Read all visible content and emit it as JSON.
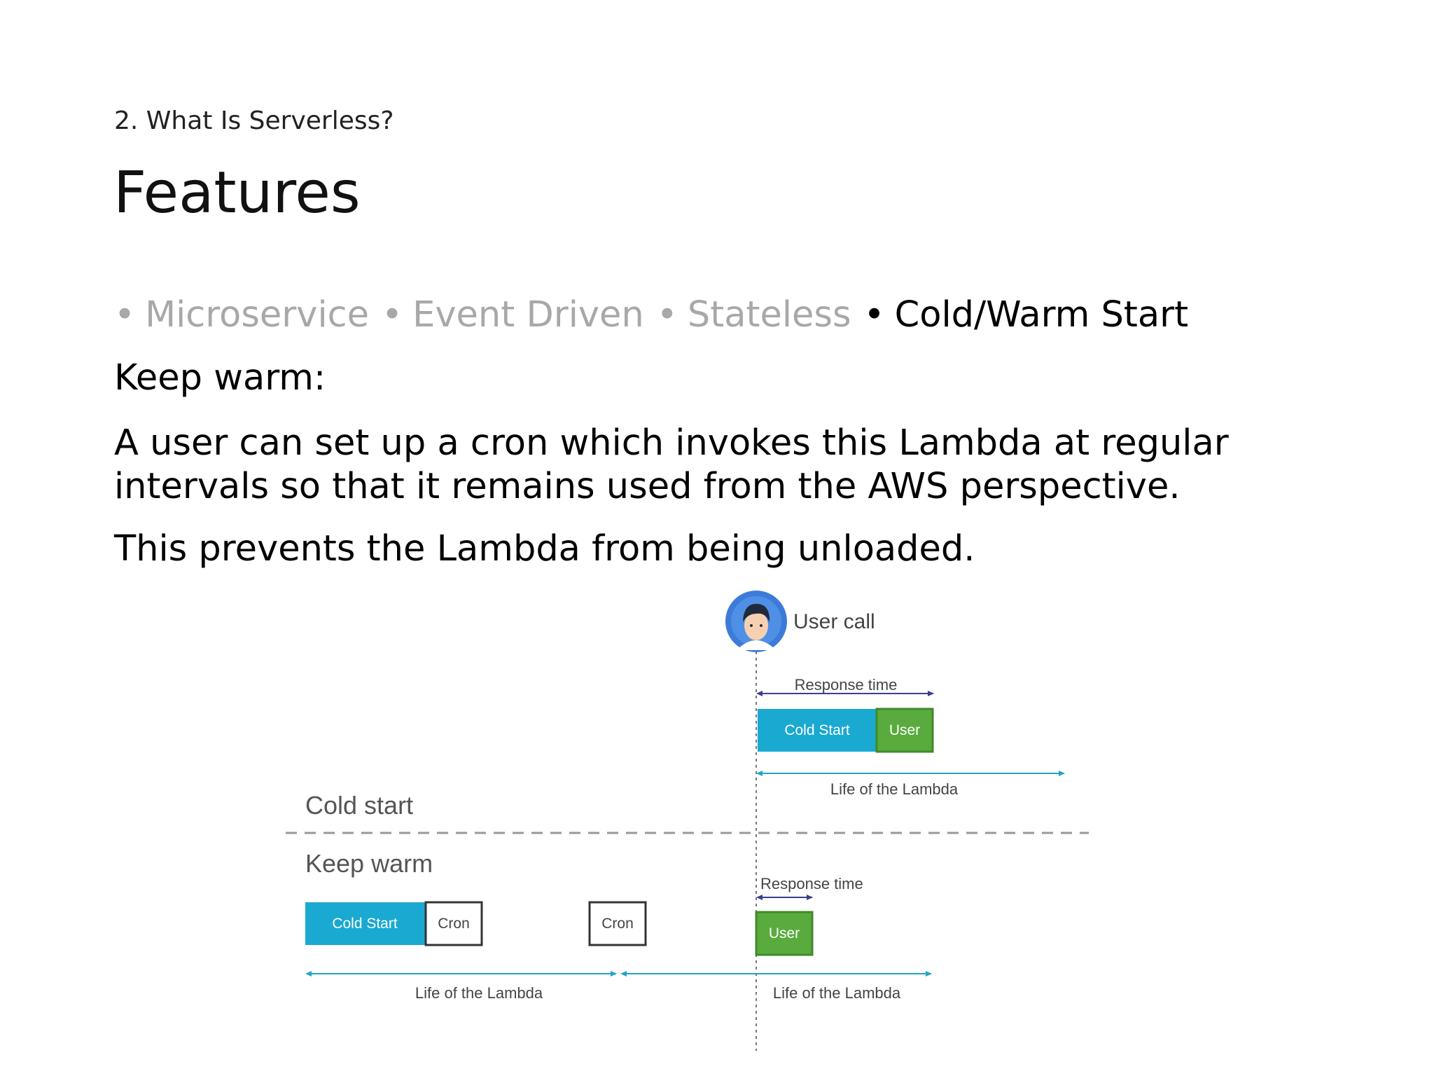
{
  "slide": {
    "section_label": "2. What Is Serverless?",
    "title": "Features",
    "nav": [
      {
        "bullet": "•",
        "label": "Microservice",
        "active": false
      },
      {
        "bullet": "•",
        "label": "Event Driven",
        "active": false
      },
      {
        "bullet": "•",
        "label": "Stateless",
        "active": false
      },
      {
        "bullet": "•",
        "label": "Cold/Warm Start",
        "active": true
      }
    ],
    "heading": "Keep warm:",
    "paragraph_1": "A user can set up a cron which invokes this Lambda at regular intervals so that it remains used from the AWS perspective.",
    "paragraph_2": "This prevents the Lambda from being unloaded."
  },
  "diagram": {
    "user_call_label": "User call",
    "cold_section_label": "Cold start",
    "warm_section_label": "Keep warm",
    "cold": {
      "response_time_label": "Response time",
      "cold_start_block": "Cold Start",
      "user_block": "User",
      "life_label": "Life of the Lambda"
    },
    "warm": {
      "cold_start_block": "Cold Start",
      "cron_block_1": "Cron",
      "cron_block_2": "Cron",
      "response_time_label": "Response time",
      "user_block": "User",
      "life_label_1": "Life of the Lambda",
      "life_label_2": "Life of the Lambda"
    },
    "icons": [
      "user-avatar-icon"
    ],
    "colors": {
      "cold_start_fill": "#1aa9d1",
      "user_fill": "#5aab3e",
      "arrow": "#22a5c8",
      "response_arrow": "#3b3f8f",
      "avatar_ring": "#3d7bd9",
      "divider": "#999999",
      "label": "#444444"
    }
  }
}
